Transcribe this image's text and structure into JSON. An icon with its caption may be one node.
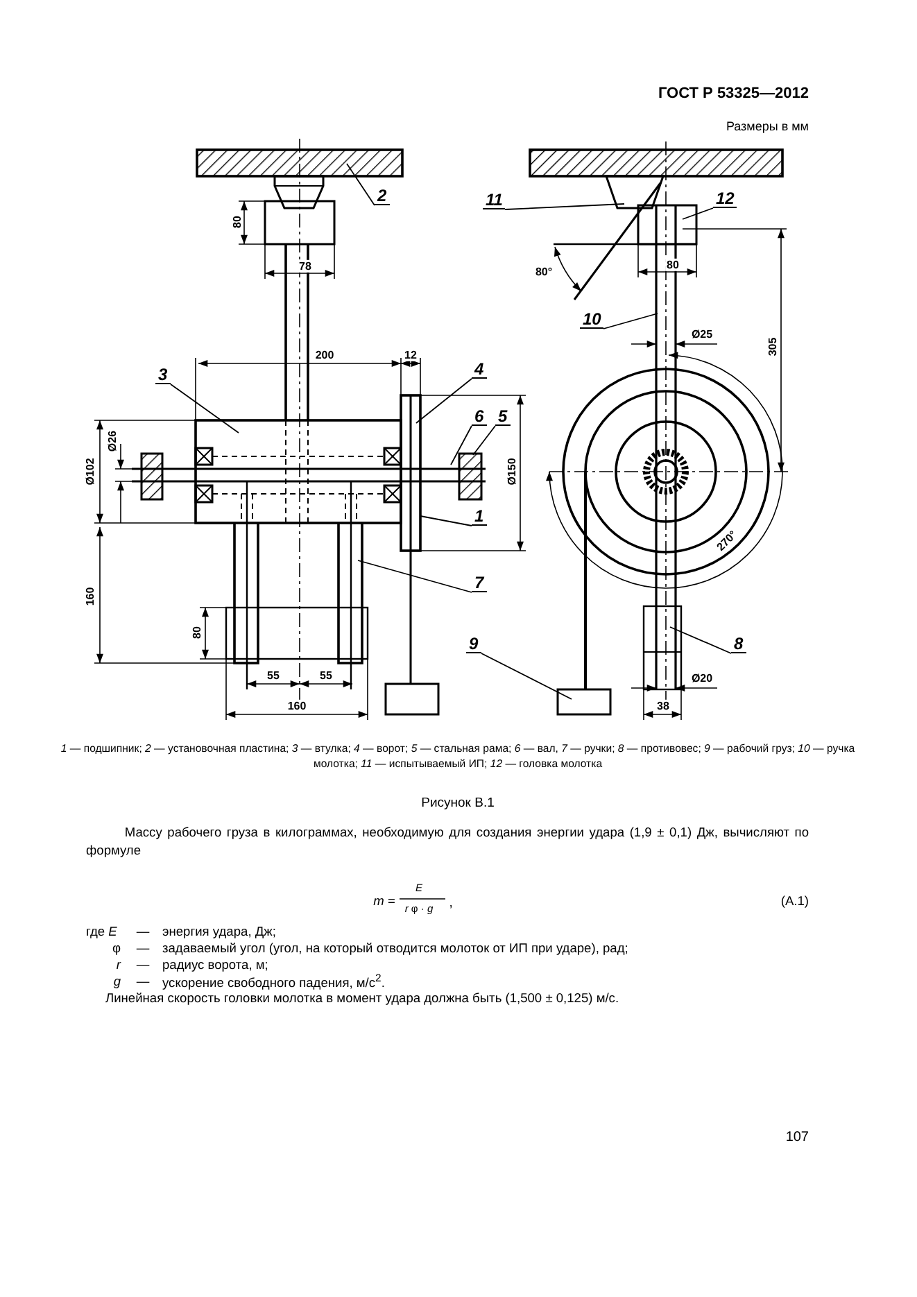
{
  "diagram": {
    "title": "ГОСТ Р 53325—2012",
    "nodes": [
      {
        "text": [
          "2"
        ]
      },
      {
        "text": [
          "11"
        ]
      },
      {
        "text": [
          "12"
        ]
      },
      {
        "text": [
          "3"
        ]
      },
      {
        "text": [
          "4"
        ]
      },
      {
        "text": [
          "6"
        ]
      },
      {
        "text": [
          "5"
        ]
      },
      {
        "text": [
          "10"
        ]
      },
      {
        "text": [
          "1"
        ]
      },
      {
        "text": [
          "7"
        ]
      },
      {
        "text": [
          "9"
        ]
      },
      {
        "text": [
          "8"
        ]
      }
    ],
    "edges": [
      {
        "from": 0,
        "to": null,
        "arrow": "none"
      },
      {
        "from": 1,
        "to": null,
        "arrow": "none"
      },
      {
        "from": 2,
        "to": null,
        "arrow": "none"
      },
      {
        "from": 3,
        "to": null,
        "arrow": "none"
      },
      {
        "from": 4,
        "to": null,
        "arrow": "none"
      },
      {
        "from": 5,
        "to": null,
        "arrow": "none"
      },
      {
        "from": 6,
        "to": null,
        "arrow": "none"
      },
      {
        "from": 7,
        "to": null,
        "arrow": "none"
      },
      {
        "from": 8,
        "to": null,
        "arrow": "none"
      },
      {
        "from": 9,
        "to": null,
        "arrow": "none"
      },
      {
        "from": 10,
        "to": null,
        "arrow": "none"
      },
      {
        "from": 11,
        "to": null,
        "arrow": "none"
      }
    ],
    "labels": [
      "Размеры в мм",
      "80",
      "78",
      "80°",
      "80",
      "200",
      "12",
      "Ø25",
      "305",
      "Ø26",
      "Ø102",
      "Ø150",
      "270°",
      "160",
      "80",
      "55",
      "55",
      "Ø20",
      "160",
      "38",
      "*1* — подшипник; *2* — установочная пластина; *3* — втулка; *4* — ворот; *5* — стальная рама; *6* — вал, *7* — ручки; *8* — противовес; *9* — рабочий груз; *10* — ручка молотка; *11* — испытываемый ИП; *12* — головка молотка",
      "Рисунок В.1",
      "Массу рабочего груза в килограммах, необходимую для создания энергии удара (1,9 ± 0,1) Дж, вычисляют по формуле",
      "*m* =",
      "E",
      "*r* φ · *g*",
      ",",
      "(А.1)",
      "где *E*",
      "—",
      "энергия удара, Дж;",
      "φ",
      "—",
      "задаваемый угол (угол, на который отводится молоток от ИП при ударе), рад;",
      "*r*",
      "—",
      "радиус ворота, м;",
      "*g*",
      "—",
      "ускорение свободного падения, м/с$^{2}$.",
      "Линейная скорость головки молотка в момент удара должна быть (1,500 ± 0,125) м/с.",
      "107"
    ]
  }
}
